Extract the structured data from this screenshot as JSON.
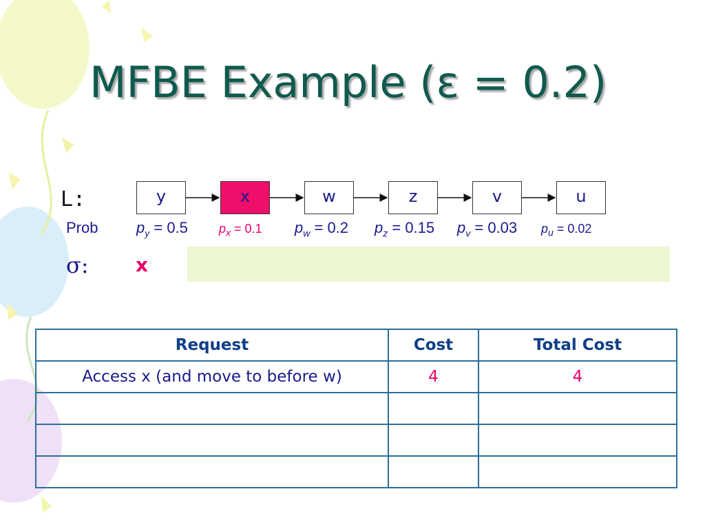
{
  "title": "MFBE Example (ε = 0.2)",
  "list_label": "L:",
  "nodes": [
    "y",
    "x",
    "w",
    "z",
    "v",
    "u"
  ],
  "prob_label": "Prob",
  "probs": [
    {
      "var": "p",
      "sub": "y",
      "rest": " = 0.5"
    },
    {
      "var": "p",
      "sub": "x",
      "rest": " = 0.1"
    },
    {
      "var": "p",
      "sub": "w",
      "rest": " = 0.2"
    },
    {
      "var": "p",
      "sub": "z",
      "rest": " = 0.15"
    },
    {
      "var": "p",
      "sub": "v",
      "rest": " = 0.03"
    },
    {
      "var": "p",
      "sub": "u",
      "rest": " = 0.02"
    }
  ],
  "sigma_label": "σ:",
  "sigma_value": "x",
  "table": {
    "headers": [
      "Request",
      "Cost",
      "Total Cost"
    ],
    "rows": [
      [
        "Access x (and move to before w)",
        "4",
        "4"
      ],
      [
        "",
        "",
        ""
      ],
      [
        "",
        "",
        ""
      ],
      [
        "",
        "",
        ""
      ]
    ]
  },
  "colors": {
    "title": "#0f5a4e",
    "highlight": "#ef0e6a",
    "text_blue": "#1a1a8c",
    "table_border": "#2b6f98",
    "sigma_strip": "#ecf6d0"
  }
}
